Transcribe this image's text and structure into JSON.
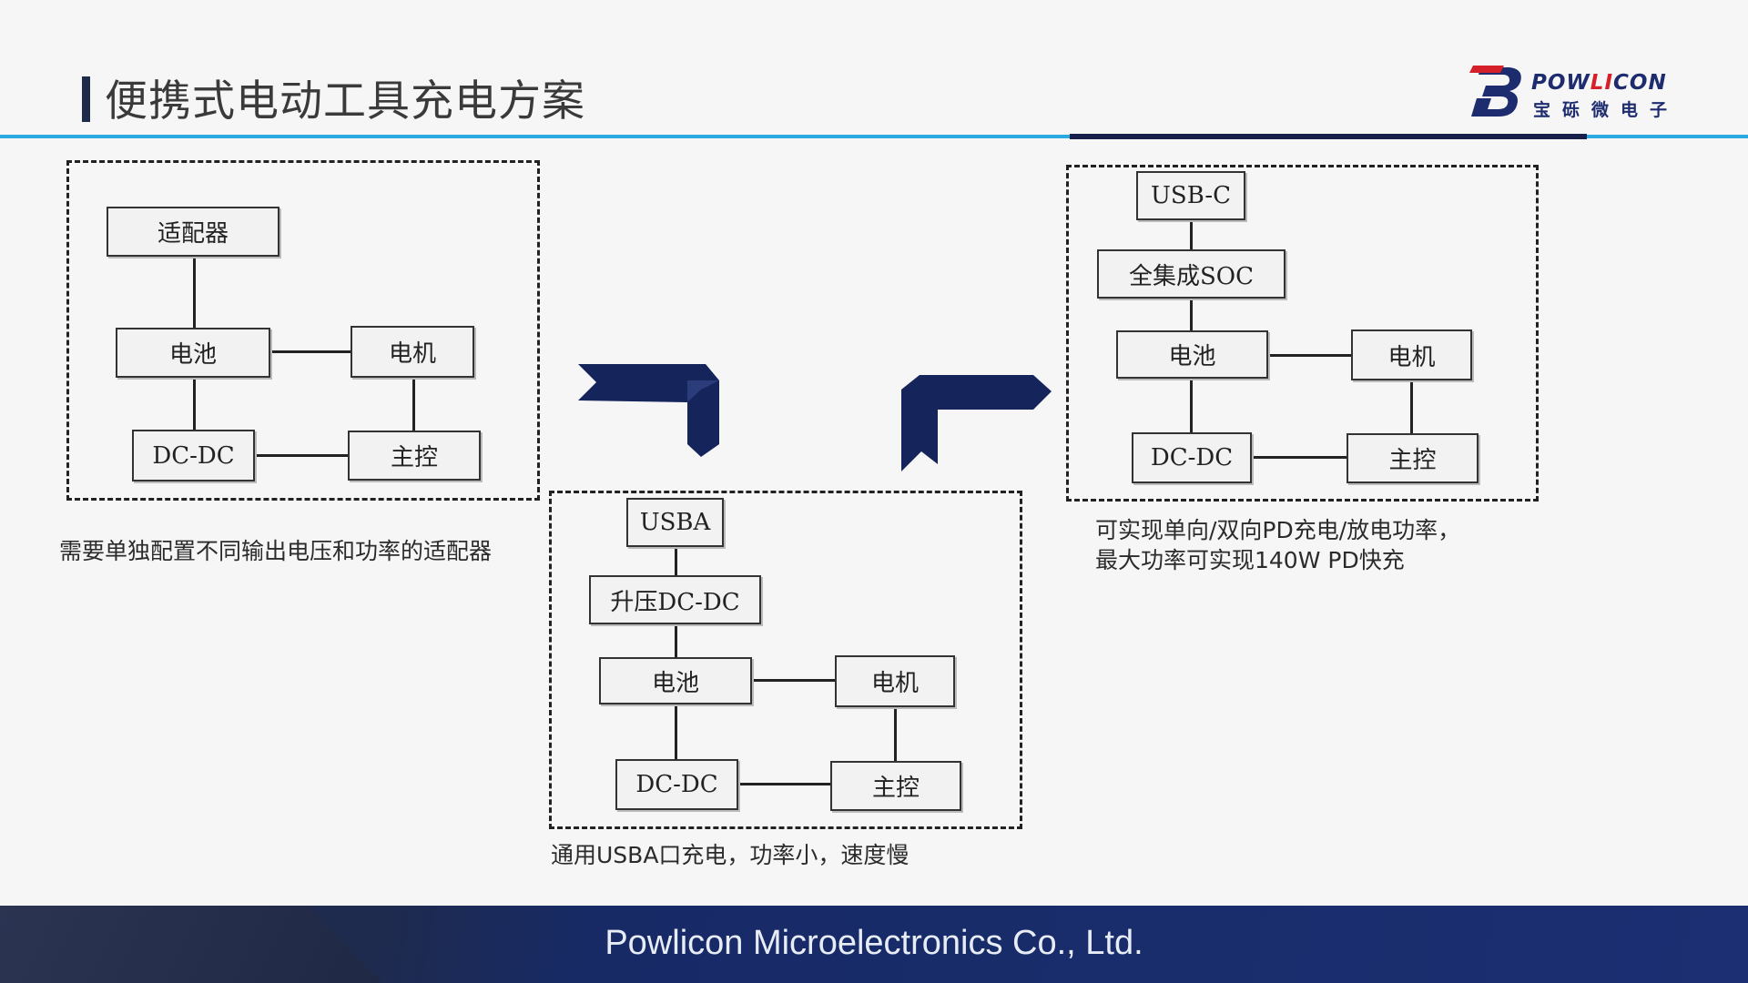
{
  "header": {
    "title": "便携式电动工具充电方案",
    "logo_brand_prefix": "P",
    "logo_brand_o": "O",
    "logo_brand_w": "W",
    "logo_brand_ll": "LI",
    "logo_brand_rest": "CON",
    "logo_cn": "宝砾微电子"
  },
  "diagrams": {
    "left": {
      "adapter": "适配器",
      "battery": "电池",
      "motor": "电机",
      "dcdc": "DC-DC",
      "controller": "主控",
      "caption": "需要单独配置不同输出电压和功率的适配器"
    },
    "middle": {
      "usba": "USBA",
      "boost": "升压DC-DC",
      "battery": "电池",
      "motor": "电机",
      "dcdc": "DC-DC",
      "controller": "主控",
      "caption": "通用USBA口充电，功率小，速度慢"
    },
    "right": {
      "usbc": "USB-C",
      "soc": "全集成SOC",
      "battery": "电池",
      "motor": "电机",
      "dcdc": "DC-DC",
      "controller": "主控",
      "caption_line1": "可实现单向/双向PD充电/放电功率，",
      "caption_line2": "最大功率可实现140W PD快充"
    }
  },
  "footer": {
    "company": "Powlicon Microelectronics Co., Ltd."
  },
  "colors": {
    "accent_blue": "#2aa8e0",
    "navy": "#16204a",
    "arrow": "#15245a",
    "logo_red": "#d5202a"
  }
}
